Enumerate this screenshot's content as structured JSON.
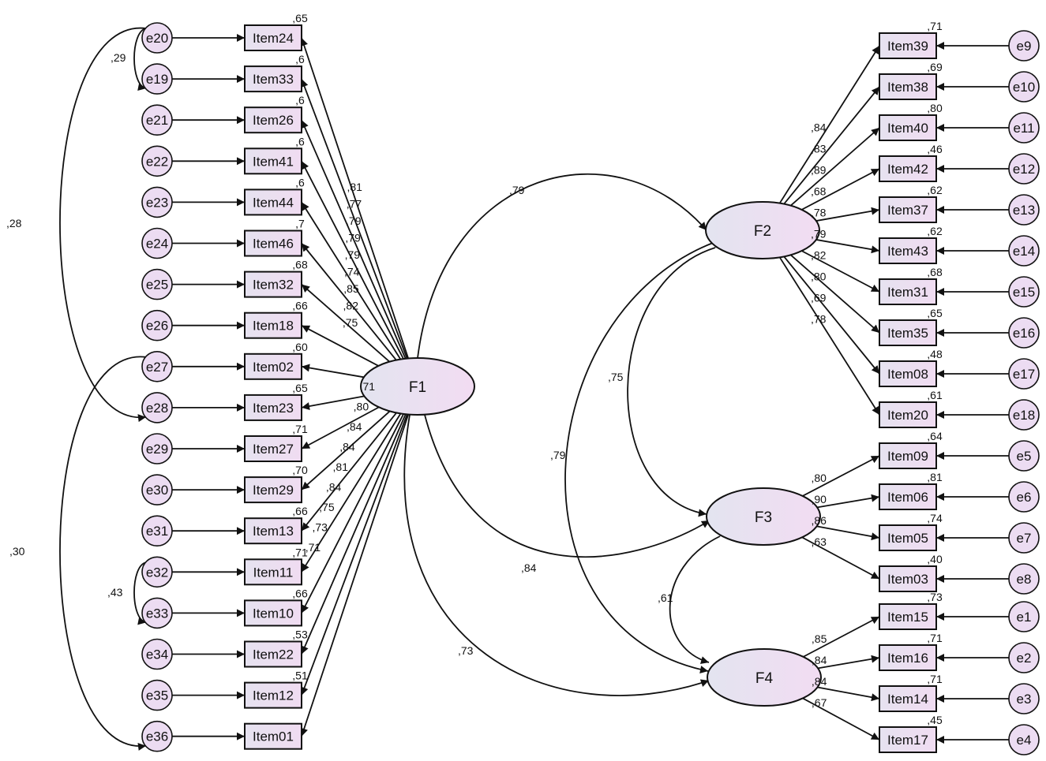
{
  "latents": [
    {
      "id": "F1",
      "label": "F1"
    },
    {
      "id": "F2",
      "label": "F2"
    },
    {
      "id": "F3",
      "label": "F3"
    },
    {
      "id": "F4",
      "label": "F4"
    }
  ],
  "groups": [
    {
      "factor": "F1",
      "items": [
        {
          "item": "Item24",
          "error": "e20",
          "r2": ",65",
          "loading": ",81"
        },
        {
          "item": "Item33",
          "error": "e19",
          "r2": ",6",
          "loading": ",77"
        },
        {
          "item": "Item26",
          "error": "e21",
          "r2": ",6",
          "loading": ",79"
        },
        {
          "item": "Item41",
          "error": "e22",
          "r2": ",6",
          "loading": ",79"
        },
        {
          "item": "Item44",
          "error": "e23",
          "r2": ",6",
          "loading": ",79"
        },
        {
          "item": "Item46",
          "error": "e24",
          "r2": ",7",
          "loading": ",74"
        },
        {
          "item": "Item32",
          "error": "e25",
          "r2": ",68",
          "loading": ",85"
        },
        {
          "item": "Item18",
          "error": "e26",
          "r2": ",66",
          "loading": ",82"
        },
        {
          "item": "Item02",
          "error": "e27",
          "r2": ",60",
          "loading": ",75"
        },
        {
          "item": "Item23",
          "error": "e28",
          "r2": ",65",
          "loading": ",71"
        },
        {
          "item": "Item27",
          "error": "e29",
          "r2": ",71",
          "loading": ",80"
        },
        {
          "item": "Item29",
          "error": "e30",
          "r2": ",70",
          "loading": ",84"
        },
        {
          "item": "Item13",
          "error": "e31",
          "r2": ",66",
          "loading": ",84"
        },
        {
          "item": "Item11",
          "error": "e32",
          "r2": ",71",
          "loading": ",81"
        },
        {
          "item": "Item10",
          "error": "e33",
          "r2": ",66",
          "loading": ",84"
        },
        {
          "item": "Item22",
          "error": "e34",
          "r2": ",53",
          "loading": ",75"
        },
        {
          "item": "Item12",
          "error": "e35",
          "r2": ",51",
          "loading": ",73"
        },
        {
          "item": "Item01",
          "error": "e36",
          "r2": "",
          "loading": ",71"
        }
      ]
    },
    {
      "factor": "F2",
      "items": [
        {
          "item": "Item39",
          "error": "e9",
          "r2": ",71",
          "loading": ",84"
        },
        {
          "item": "Item38",
          "error": "e10",
          "r2": ",69",
          "loading": ",83"
        },
        {
          "item": "Item40",
          "error": "e11",
          "r2": ",80",
          "loading": ",89"
        },
        {
          "item": "Item42",
          "error": "e12",
          "r2": ",46",
          "loading": ",68"
        },
        {
          "item": "Item37",
          "error": "e13",
          "r2": ",62",
          "loading": ",78"
        },
        {
          "item": "Item43",
          "error": "e14",
          "r2": ",62",
          "loading": ",79"
        },
        {
          "item": "Item31",
          "error": "e15",
          "r2": ",68",
          "loading": ",82"
        },
        {
          "item": "Item35",
          "error": "e16",
          "r2": ",65",
          "loading": ",80"
        },
        {
          "item": "Item08",
          "error": "e17",
          "r2": ",48",
          "loading": ",69"
        },
        {
          "item": "Item20",
          "error": "e18",
          "r2": ",61",
          "loading": ",78"
        }
      ]
    },
    {
      "factor": "F3",
      "items": [
        {
          "item": "Item09",
          "error": "e5",
          "r2": ",64",
          "loading": ",80"
        },
        {
          "item": "Item06",
          "error": "e6",
          "r2": ",81",
          "loading": ",90"
        },
        {
          "item": "Item05",
          "error": "e7",
          "r2": ",74",
          "loading": ",86"
        },
        {
          "item": "Item03",
          "error": "e8",
          "r2": ",40",
          "loading": ",63"
        }
      ]
    },
    {
      "factor": "F4",
      "items": [
        {
          "item": "Item15",
          "error": "e1",
          "r2": ",73",
          "loading": ",85"
        },
        {
          "item": "Item16",
          "error": "e2",
          "r2": ",71",
          "loading": ",84"
        },
        {
          "item": "Item14",
          "error": "e3",
          "r2": ",71",
          "loading": ",84"
        },
        {
          "item": "Item17",
          "error": "e4",
          "r2": ",45",
          "loading": ",67"
        }
      ]
    }
  ],
  "factor_correlations": [
    {
      "from": "F1",
      "to": "F2",
      "value": ",79"
    },
    {
      "from": "F2",
      "to": "F3",
      "value": ",75"
    },
    {
      "from": "F2",
      "to": "F4",
      "value": ",79"
    },
    {
      "from": "F1",
      "to": "F3",
      "value": ",84"
    },
    {
      "from": "F3",
      "to": "F4",
      "value": ",61"
    },
    {
      "from": "F1",
      "to": "F4",
      "value": ",73"
    }
  ],
  "error_covariances": [
    {
      "from": "e20",
      "to": "e19",
      "value": ",29"
    },
    {
      "from": "e20",
      "to": "e28",
      "value": ",28"
    },
    {
      "from": "e27",
      "to": "e36",
      "value": ",30"
    },
    {
      "from": "e32",
      "to": "e33",
      "value": ",43"
    }
  ],
  "colors": {
    "item_fill_start": "#e6e2f0",
    "item_fill_end": "#f0dcf1",
    "latent_fill_start": "#e3e4f0",
    "latent_fill_end": "#f2dcf2",
    "error_fill": "#ecdcf2",
    "stroke": "#111111"
  }
}
